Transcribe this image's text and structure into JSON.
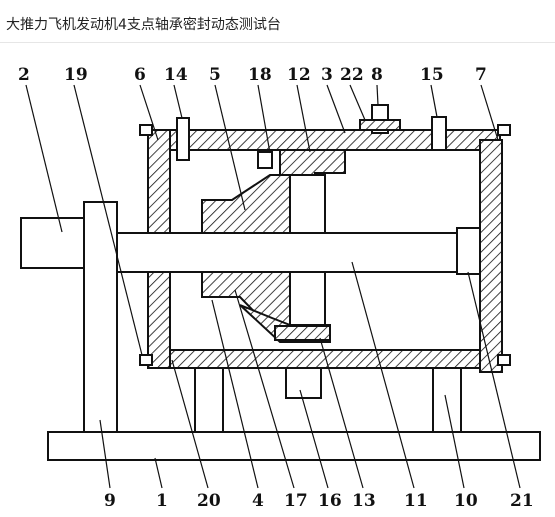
{
  "page": {
    "title": "大推力飞机发动机4支点轴承密封动态测试台"
  },
  "labels": {
    "l2": "2",
    "l19": "19",
    "l6": "6",
    "l14": "14",
    "l5": "5",
    "l18": "18",
    "l12": "12",
    "l3": "3",
    "l22": "22",
    "l8": "8",
    "l15": "15",
    "l7": "7",
    "l9": "9",
    "l1": "1",
    "l20": "20",
    "l4": "4",
    "l17": "17",
    "l16": "16",
    "l13": "13",
    "l11": "11",
    "l10": "10",
    "l21": "21"
  }
}
